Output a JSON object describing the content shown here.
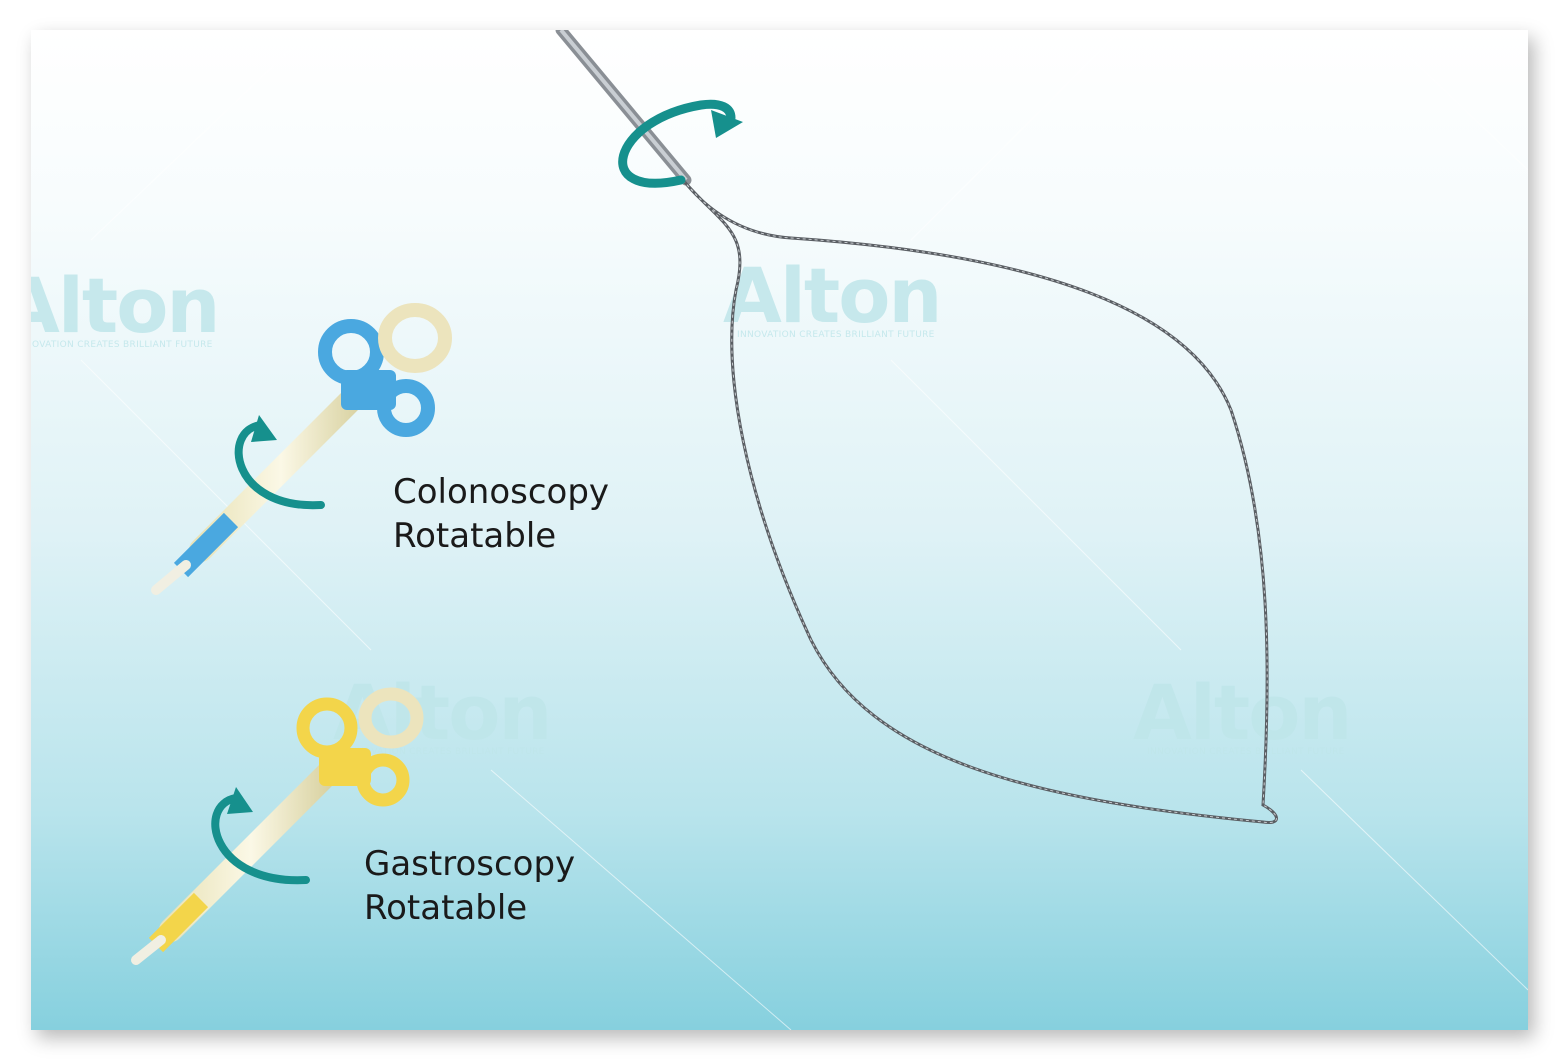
{
  "labels": {
    "colonoscopy": {
      "line1": "Colonoscopy",
      "line2": "Rotatable"
    },
    "gastroscopy": {
      "line1": "Gastroscopy",
      "line2": "Rotatable"
    }
  },
  "watermark": {
    "brand": "Alton",
    "tagline": "INNOVATION CREATES BRILLIANT FUTURE"
  },
  "colors": {
    "arrow": "#16908d",
    "handle_blue": "#4aa8e0",
    "handle_yellow": "#f3d54a",
    "wire": "#5a5e63"
  },
  "icons": [
    "rotation-arrow-icon",
    "snare-loop",
    "snare-handle"
  ]
}
